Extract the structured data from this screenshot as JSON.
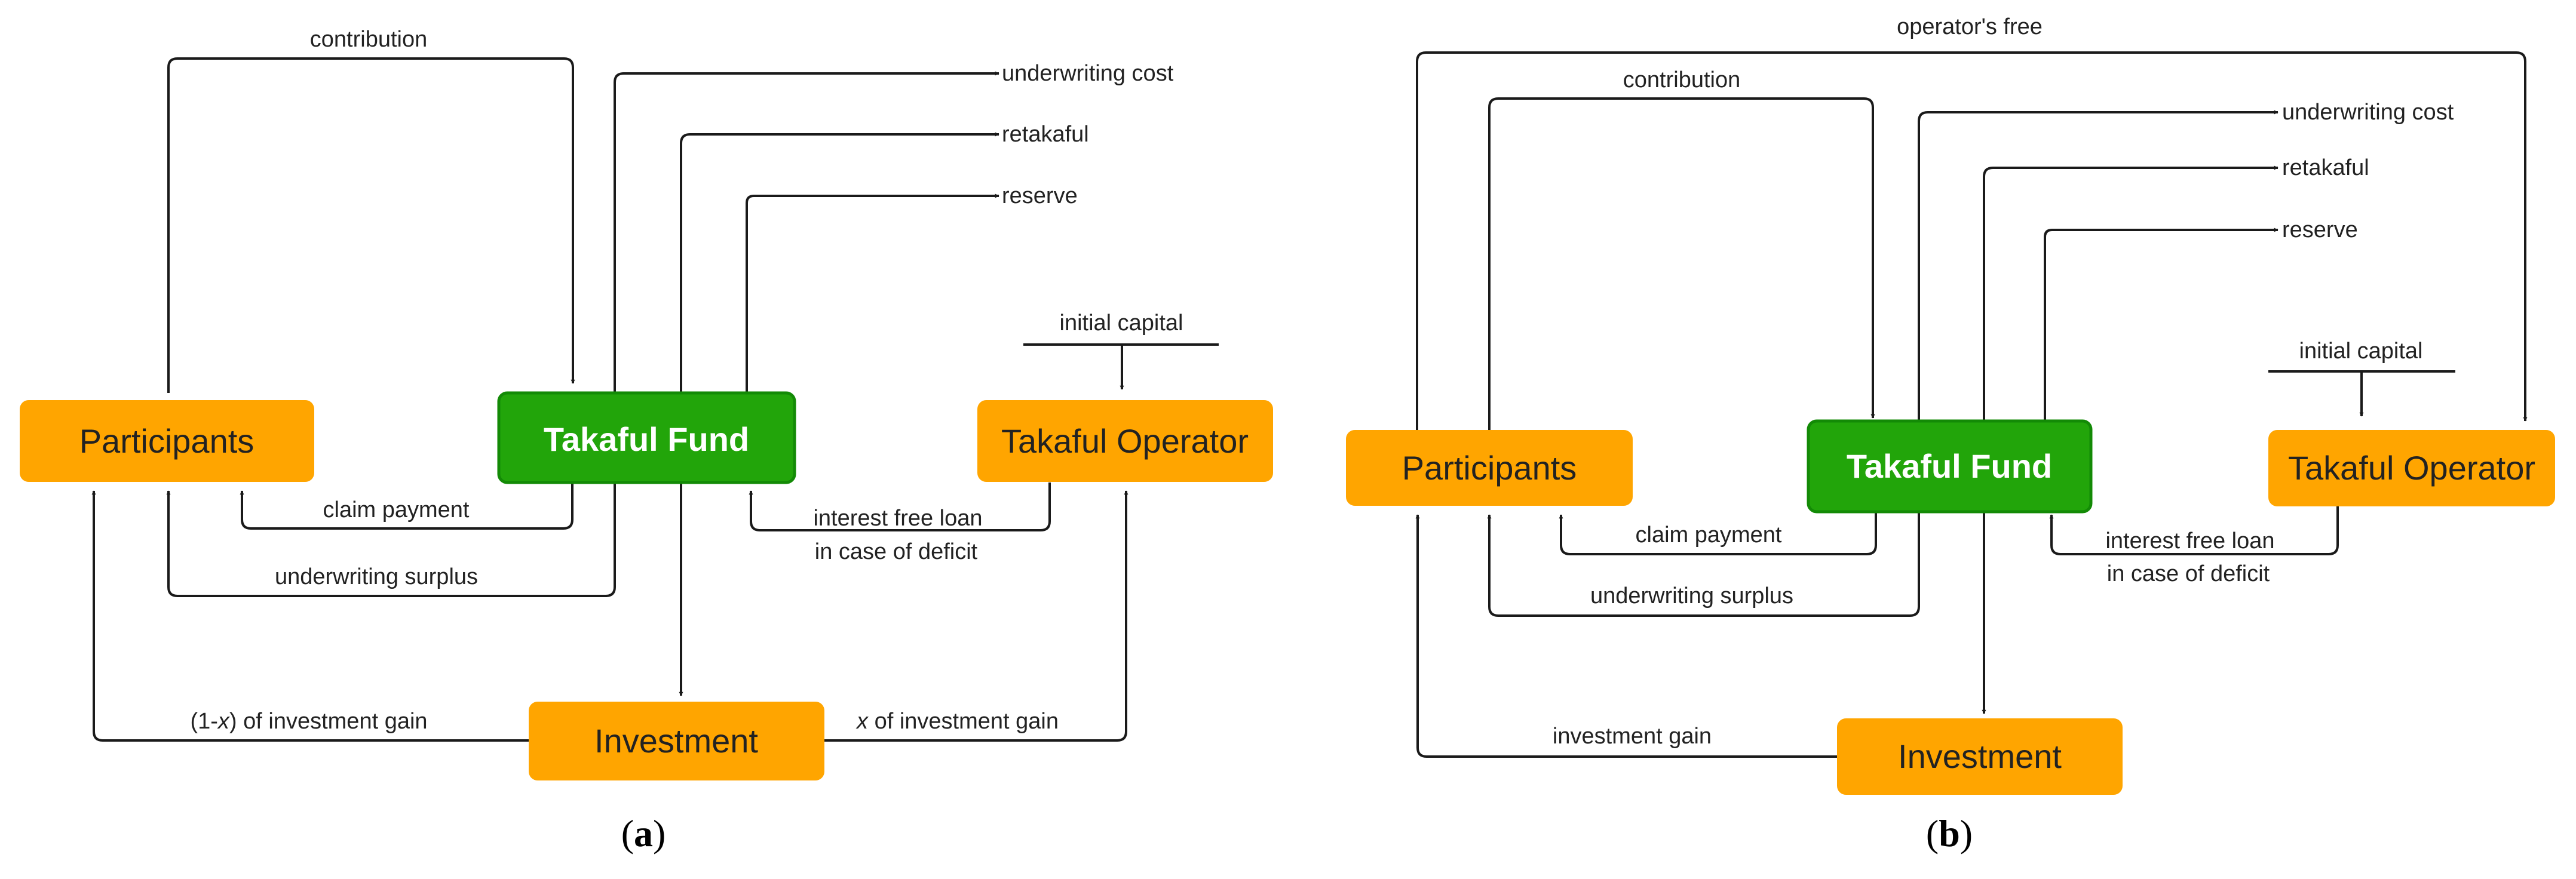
{
  "colors": {
    "participant_box": "#FFA500",
    "fund_box": "#22A50A",
    "fund_border": "#138A06",
    "line": "#1a1a1a",
    "box_text": "#222222",
    "fund_text": "#ffffff"
  },
  "panel_a": {
    "caption_open": "(",
    "caption_letter": "a",
    "caption_close": ")",
    "nodes": {
      "participants": "Participants",
      "takaful_fund": "Takaful Fund",
      "takaful_operator": "Takaful Operator",
      "investment": "Investment"
    },
    "labels": {
      "contribution": "contribution",
      "underwriting_cost": "underwriting cost",
      "retakaful": "retakaful",
      "reserve": "reserve",
      "initial_capital": "initial capital",
      "claim_payment": "claim payment",
      "underwriting_surplus": "underwriting surplus",
      "interest_free_loan": "interest free loan",
      "in_case_of_deficit": "in case of deficit",
      "participant_gain_prefix": "(1-",
      "participant_gain_var": "x",
      "participant_gain_suffix": ") of investment gain",
      "operator_gain_var": "x",
      "operator_gain_suffix": " of investment gain"
    }
  },
  "panel_b": {
    "caption_open": "(",
    "caption_letter": "b",
    "caption_close": ")",
    "nodes": {
      "participants": "Participants",
      "takaful_fund": "Takaful Fund",
      "takaful_operator": "Takaful Operator",
      "investment": "Investment"
    },
    "labels": {
      "operators_free": "operator's free",
      "contribution": "contribution",
      "underwriting_cost": "underwriting cost",
      "retakaful": "retakaful",
      "reserve": "reserve",
      "initial_capital": "initial capital",
      "claim_payment": "claim payment",
      "underwriting_surplus": "underwriting surplus",
      "interest_free_loan": "interest free loan",
      "in_case_of_deficit": "in case of deficit",
      "investment_gain": "investment gain"
    }
  }
}
